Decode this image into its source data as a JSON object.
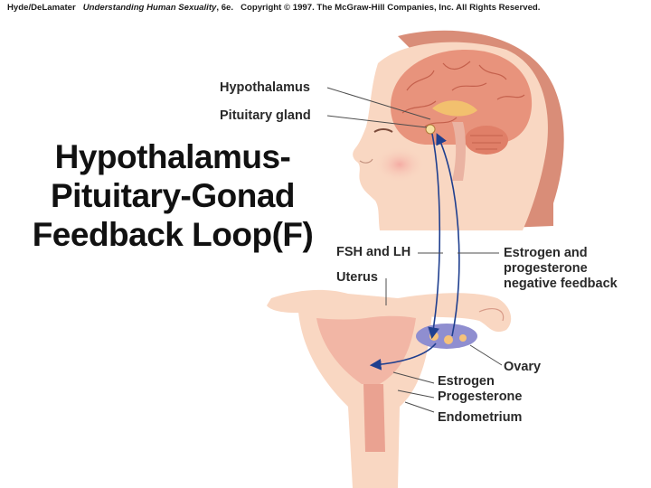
{
  "header": {
    "authors": "Hyde/DeLamater",
    "book_title": "Understanding Human Sexuality",
    "edition": ", 6e.",
    "copyright": "Copyright © 1997. The McGraw-Hill Companies, Inc. All Rights Reserved."
  },
  "title": {
    "line1": "Hypothalamus-",
    "line2": "Pituitary-Gonad",
    "line3": "Feedback Loop(F)"
  },
  "labels": {
    "hypothalamus": "Hypothalamus",
    "pituitary": "Pituitary gland",
    "fsh_lh": "FSH and LH",
    "uterus": "Uterus",
    "feedback_line1": "Estrogen and",
    "feedback_line2": "progesterone",
    "feedback_line3": "negative feedback",
    "ovary": "Ovary",
    "estrogen": "Estrogen",
    "progesterone": "Progesterone",
    "endometrium": "Endometrium"
  },
  "colors": {
    "arrow": "#1f3f8f",
    "skin": "#f9d7c2",
    "brain": "#e8937c",
    "hair": "#d98d78",
    "uterus": "#f2b6a5"
  }
}
